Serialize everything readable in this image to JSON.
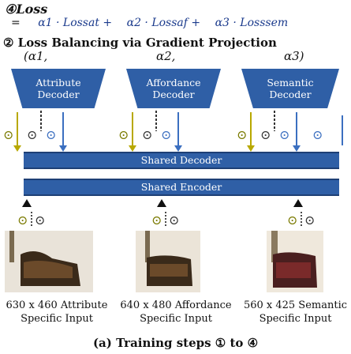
{
  "loss": {
    "label": "④Loss",
    "equation": {
      "eq": "=",
      "t1": "α1 · Lossat +",
      "t2": "α2 · Lossaf +",
      "t3": "α3 · Losssem"
    }
  },
  "balancing": {
    "title": "② Loss Balancing via Gradient Projection",
    "alphas": [
      "(α1,",
      "α2,",
      "α3)"
    ]
  },
  "decoders": [
    {
      "line1": "Attribute",
      "line2": "Decoder"
    },
    {
      "line1": "Affordance",
      "line2": "Decoder"
    },
    {
      "line1": "Semantic",
      "line2": "Decoder"
    }
  ],
  "shared_decoder": "Shared  Decoder",
  "shared_encoder": "Shared Encoder",
  "inputs": [
    {
      "line1": "630 x 460 Attribute",
      "line2": "Specific Input"
    },
    {
      "line1": "640 x 480 Affordance",
      "line2": "Specific Input"
    },
    {
      "line1": "560 x 425 Semantic",
      "line2": "Specific Input"
    }
  ],
  "caption": "(a) Training steps ① to ④",
  "colors": {
    "decoder_blue": "#2f5fa6",
    "gradient_yellow": "#7a7a00",
    "gradient_blue": "#3b6fc0"
  }
}
